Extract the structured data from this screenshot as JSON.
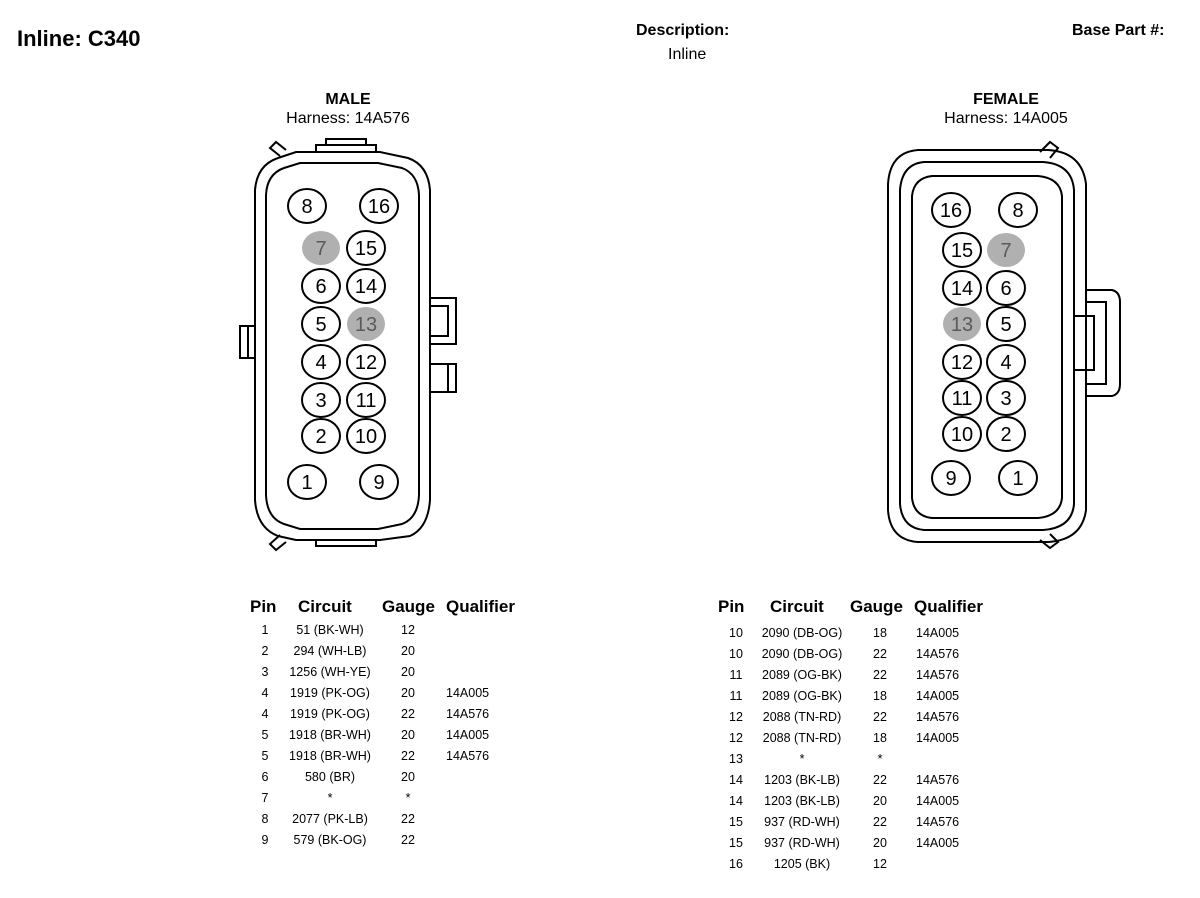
{
  "header": {
    "title": "Inline: C340",
    "description_label": "Description:",
    "description_value": "Inline",
    "base_part_label": "Base Part #:"
  },
  "male": {
    "gender": "MALE",
    "harness": "Harness: 14A576",
    "pins": [
      {
        "n": "8",
        "shaded": false
      },
      {
        "n": "16",
        "shaded": false
      },
      {
        "n": "7",
        "shaded": true
      },
      {
        "n": "15",
        "shaded": false
      },
      {
        "n": "6",
        "shaded": false
      },
      {
        "n": "14",
        "shaded": false
      },
      {
        "n": "5",
        "shaded": false
      },
      {
        "n": "13",
        "shaded": true
      },
      {
        "n": "4",
        "shaded": false
      },
      {
        "n": "12",
        "shaded": false
      },
      {
        "n": "3",
        "shaded": false
      },
      {
        "n": "11",
        "shaded": false
      },
      {
        "n": "2",
        "shaded": false
      },
      {
        "n": "10",
        "shaded": false
      },
      {
        "n": "1",
        "shaded": false
      },
      {
        "n": "9",
        "shaded": false
      }
    ]
  },
  "female": {
    "gender": "FEMALE",
    "harness": "Harness: 14A005",
    "pins": [
      {
        "n": "16",
        "shaded": false
      },
      {
        "n": "8",
        "shaded": false
      },
      {
        "n": "15",
        "shaded": false
      },
      {
        "n": "7",
        "shaded": true
      },
      {
        "n": "14",
        "shaded": false
      },
      {
        "n": "6",
        "shaded": false
      },
      {
        "n": "13",
        "shaded": true
      },
      {
        "n": "5",
        "shaded": false
      },
      {
        "n": "12",
        "shaded": false
      },
      {
        "n": "4",
        "shaded": false
      },
      {
        "n": "11",
        "shaded": false
      },
      {
        "n": "3",
        "shaded": false
      },
      {
        "n": "10",
        "shaded": false
      },
      {
        "n": "2",
        "shaded": false
      },
      {
        "n": "9",
        "shaded": false
      },
      {
        "n": "1",
        "shaded": false
      }
    ]
  },
  "table_headers": [
    "Pin",
    "Circuit",
    "Gauge",
    "Qualifier"
  ],
  "male_table": [
    [
      "1",
      "51 (BK-WH)",
      "12",
      ""
    ],
    [
      "2",
      "294 (WH-LB)",
      "20",
      ""
    ],
    [
      "3",
      "1256 (WH-YE)",
      "20",
      ""
    ],
    [
      "4",
      "1919 (PK-OG)",
      "20",
      "14A005"
    ],
    [
      "4",
      "1919 (PK-OG)",
      "22",
      "14A576"
    ],
    [
      "5",
      "1918 (BR-WH)",
      "20",
      "14A005"
    ],
    [
      "5",
      "1918 (BR-WH)",
      "22",
      "14A576"
    ],
    [
      "6",
      "580 (BR)",
      "20",
      ""
    ],
    [
      "7",
      "*",
      "*",
      ""
    ],
    [
      "8",
      "2077 (PK-LB)",
      "22",
      ""
    ],
    [
      "9",
      "579 (BK-OG)",
      "22",
      ""
    ]
  ],
  "female_table": [
    [
      "10",
      "2090 (DB-OG)",
      "18",
      "14A005"
    ],
    [
      "10",
      "2090 (DB-OG)",
      "22",
      "14A576"
    ],
    [
      "11",
      "2089 (OG-BK)",
      "22",
      "14A576"
    ],
    [
      "11",
      "2089 (OG-BK)",
      "18",
      "14A005"
    ],
    [
      "12",
      "2088 (TN-RD)",
      "22",
      "14A576"
    ],
    [
      "12",
      "2088 (TN-RD)",
      "18",
      "14A005"
    ],
    [
      "13",
      "*",
      "*",
      ""
    ],
    [
      "14",
      "1203 (BK-LB)",
      "22",
      "14A576"
    ],
    [
      "14",
      "1203 (BK-LB)",
      "20",
      "14A005"
    ],
    [
      "15",
      "937 (RD-WH)",
      "22",
      "14A576"
    ],
    [
      "15",
      "937 (RD-WH)",
      "20",
      "14A005"
    ],
    [
      "16",
      "1205 (BK)",
      "12",
      ""
    ]
  ],
  "colors": {
    "line": "#000000",
    "shaded_pin": "#b0b0b0",
    "shaded_text": "#5a5a5a"
  }
}
